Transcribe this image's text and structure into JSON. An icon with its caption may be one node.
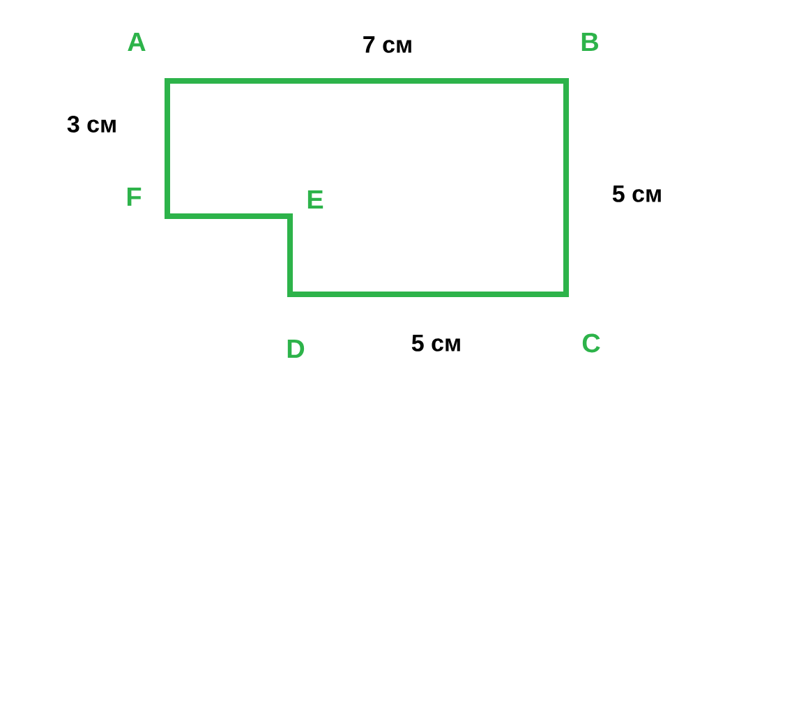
{
  "diagram": {
    "labels": [
      "A",
      "7 см",
      "B",
      "3 см",
      "F",
      "E",
      "5 см",
      "D",
      "5 см",
      "C"
    ]
  }
}
